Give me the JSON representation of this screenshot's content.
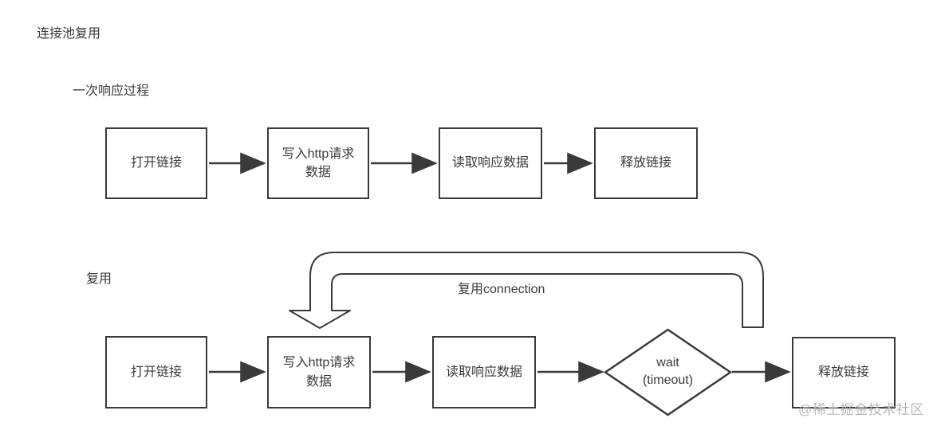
{
  "page": {
    "title": "连接池复用",
    "watermark": "@稀土掘金技术社区"
  },
  "flow_single": {
    "heading": "一次响应过程",
    "nodes": {
      "open": "打开链接",
      "write": "写入http请求\n数据",
      "read": "读取响应数据",
      "release": "释放链接"
    }
  },
  "flow_reuse": {
    "heading": "复用",
    "loop_label": "复用connection",
    "nodes": {
      "open": "打开链接",
      "write": "写入http请求\n数据",
      "read": "读取响应数据",
      "wait": "wait\n(timeout)",
      "release": "释放链接"
    }
  },
  "colors": {
    "line": "#3a3a3a",
    "text": "#3a3a3a",
    "watermark": "#b9b9b9",
    "background": "#ffffff"
  }
}
